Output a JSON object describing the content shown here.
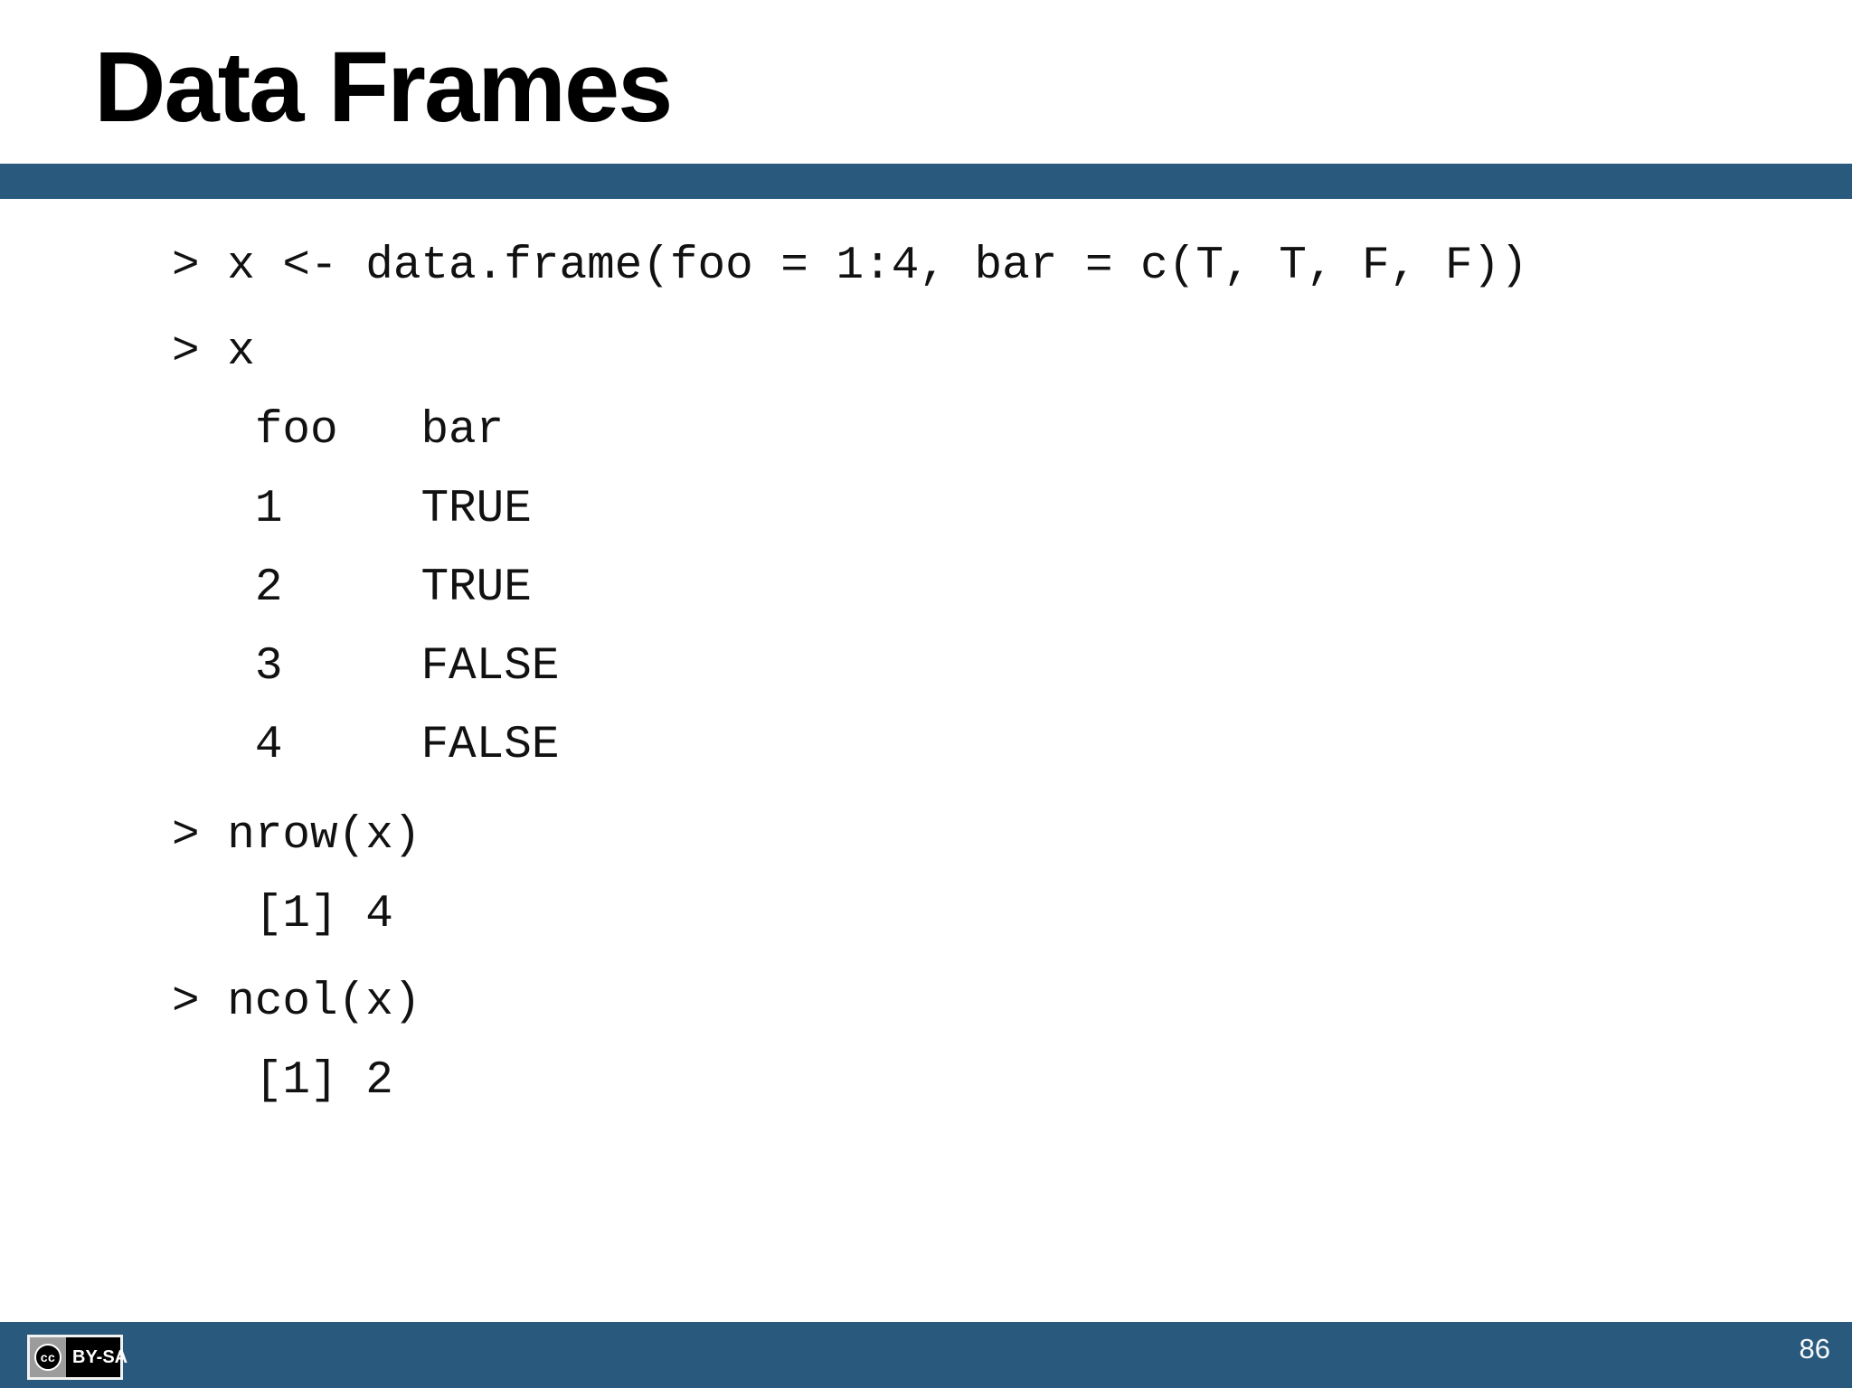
{
  "slide": {
    "title": "Data Frames",
    "page_number": "86",
    "accent_color": "#295a7e",
    "background_color": "#ffffff",
    "code_color": "#111111"
  },
  "code": {
    "language": "R",
    "lines": [
      "> x <- data.frame(foo = 1:4, bar = c(T, T, F, F))",
      "> x",
      "   foo   bar",
      "   1     TRUE",
      "   2     TRUE",
      "   3     FALSE",
      "   4     FALSE",
      "> nrow(x)",
      "   [1] 4",
      "> ncol(x)",
      "   [1] 2"
    ],
    "table": {
      "columns": [
        "foo",
        "bar"
      ],
      "rows": [
        [
          "1",
          "TRUE"
        ],
        [
          "2",
          "TRUE"
        ],
        [
          "3",
          "FALSE"
        ],
        [
          "4",
          "FALSE"
        ]
      ]
    },
    "nrow_result": "4",
    "ncol_result": "2"
  },
  "footer": {
    "license": {
      "cc": "cc",
      "label": "BY-SA"
    }
  }
}
